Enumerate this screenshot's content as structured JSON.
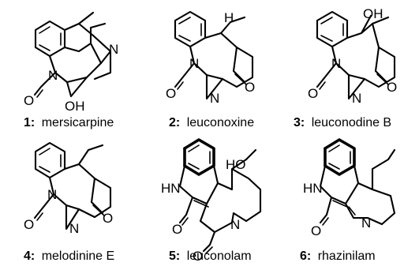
{
  "compounds": [
    {
      "number": "1:",
      "name": "mersicarpine"
    },
    {
      "number": "2:",
      "name": "leuconoxine"
    },
    {
      "number": "3:",
      "name": "leuconodine B"
    },
    {
      "number": "4:",
      "name": "melodinine E"
    },
    {
      "number": "5:",
      "name": "leuconolam"
    },
    {
      "number": "6:",
      "name": "rhazinilam"
    }
  ],
  "atom_labels": {
    "N": "N",
    "O": "O",
    "OH": "OH",
    "H": "H",
    "HN": "HN",
    "HO": "HO"
  }
}
